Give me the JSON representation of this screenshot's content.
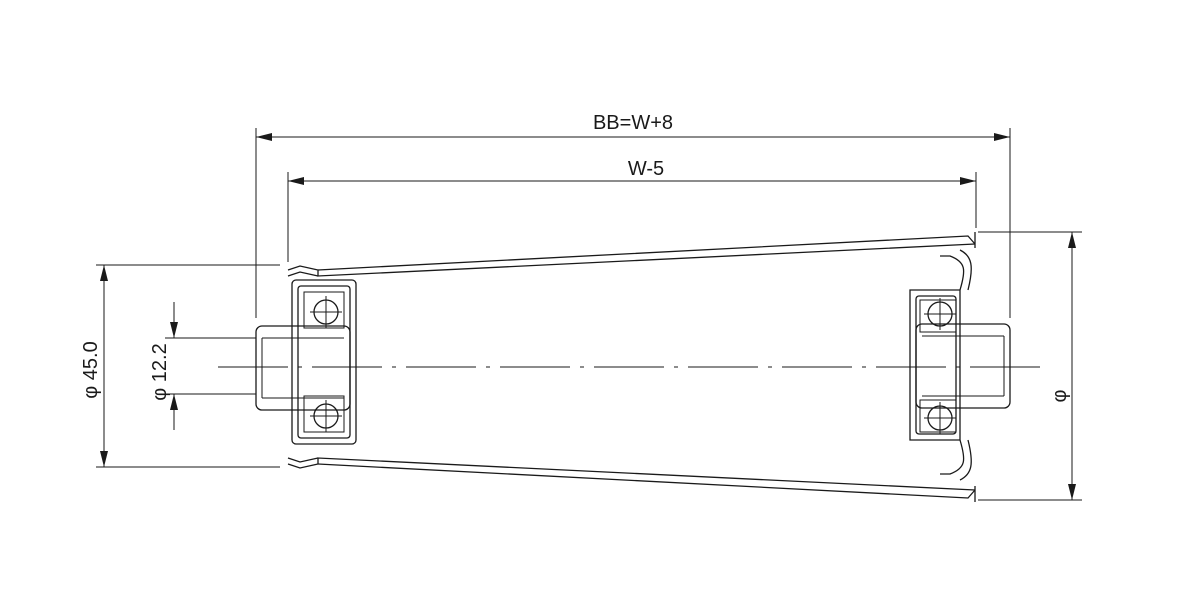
{
  "dimensions": {
    "overall_length": "BB=W+8",
    "tube_length": "W-5",
    "outer_diameter_small_end": "φ 45.0",
    "shaft_diameter": "φ 12.2",
    "outer_diameter_large_end": "φ"
  }
}
